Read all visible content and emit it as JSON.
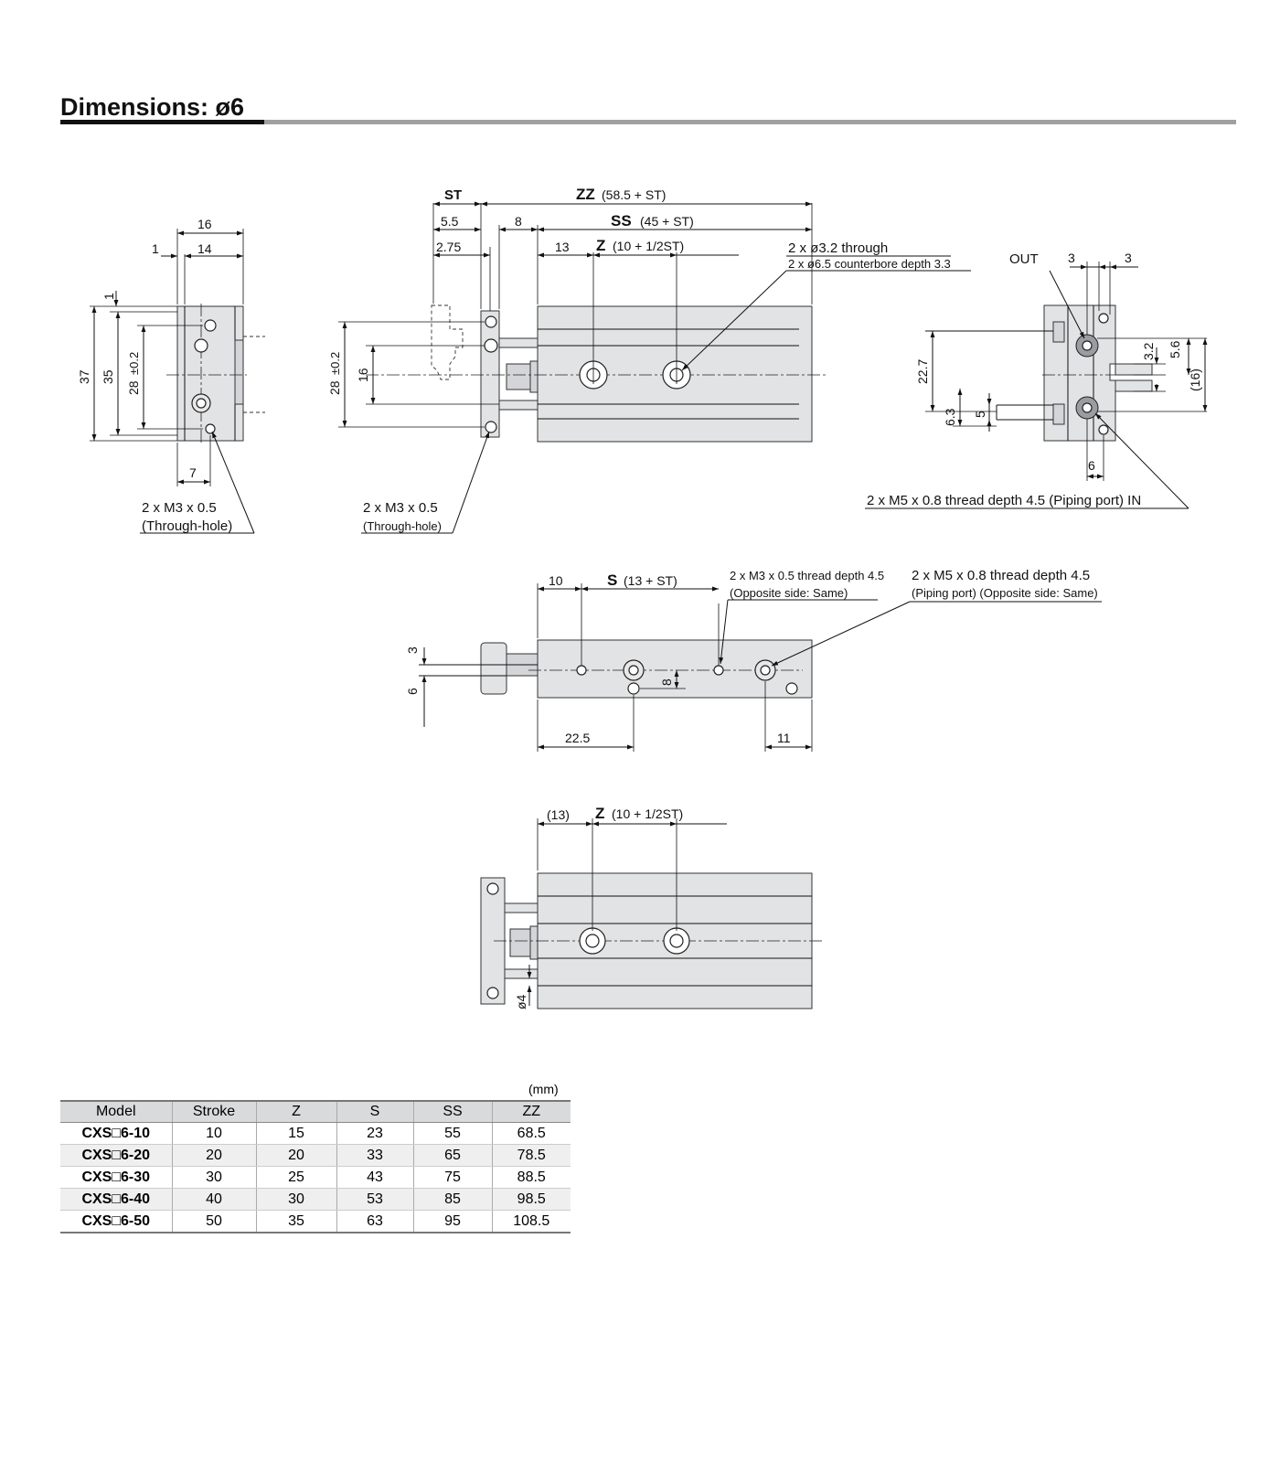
{
  "title": "Dimensions: ø6",
  "front_view": {
    "dims": {
      "width": "16",
      "off": "1",
      "inner": "14",
      "top": "1",
      "h37": "37",
      "h35": "35",
      "h28": "28",
      "tol": "±0.2",
      "w7": "7"
    },
    "callout": [
      "2 x M3 x 0.5",
      "(Through-hole)"
    ]
  },
  "top_view": {
    "dims": {
      "st": "ST",
      "zz": "ZZ",
      "zz_formula": "(58.5 + ST)",
      "d55": "5.5",
      "d8": "8",
      "ss": "SS",
      "ss_formula": "(45 + ST)",
      "d275": "2.75",
      "d13": "13",
      "z": "Z",
      "z_formula": "(10 + 1/2ST)",
      "h28": "28",
      "tol": "±0.2",
      "h16": "16"
    },
    "callout_through": [
      "2 x ø3.2 through",
      "2 x ø6.5 counterbore depth 3.3"
    ],
    "callout_m3": [
      "2 x M3 x 0.5",
      "(Through-hole)"
    ]
  },
  "rear_view": {
    "dims": {
      "out": "OUT",
      "d3a": "3",
      "d3b": "3",
      "d32": "3.2",
      "d56": "5.6",
      "d16": "(16)",
      "d227": "22.7",
      "d63": "6.3",
      "d5": "5",
      "d6": "6"
    },
    "callout": "2 x M5 x 0.8 thread depth 4.5 (Piping port) IN"
  },
  "side_view": {
    "dims": {
      "d10": "10",
      "s": "S",
      "s_formula": "(13 + ST)",
      "d3": "3",
      "d6": "6",
      "d8": "8",
      "d225": "22.5",
      "d11": "11"
    },
    "callout_m3": [
      "2 x M3 x 0.5 thread depth 4.5",
      "(Opposite side: Same)"
    ],
    "callout_m5": [
      "2 x M5 x 0.8 thread depth 4.5",
      "(Piping port) (Opposite side: Same)"
    ]
  },
  "bottom_view": {
    "dims": {
      "d13": "(13)",
      "z": "Z",
      "z_formula": "(10 + 1/2ST)",
      "d4": "ø4"
    }
  },
  "table": {
    "unit": "(mm)",
    "headers": [
      "Model",
      "Stroke",
      "Z",
      "S",
      "SS",
      "ZZ"
    ],
    "rows": [
      [
        "CXS□6-10",
        "10",
        "15",
        "23",
        "55",
        "68.5"
      ],
      [
        "CXS□6-20",
        "20",
        "20",
        "33",
        "65",
        "78.5"
      ],
      [
        "CXS□6-30",
        "30",
        "25",
        "43",
        "75",
        "88.5"
      ],
      [
        "CXS□6-40",
        "40",
        "30",
        "53",
        "85",
        "98.5"
      ],
      [
        "CXS□6-50",
        "50",
        "35",
        "63",
        "95",
        "108.5"
      ]
    ]
  },
  "colors": {
    "body_fill": "#e2e3e5",
    "title_rule": "#a0a0a0",
    "table_header": "#d9dadc"
  }
}
